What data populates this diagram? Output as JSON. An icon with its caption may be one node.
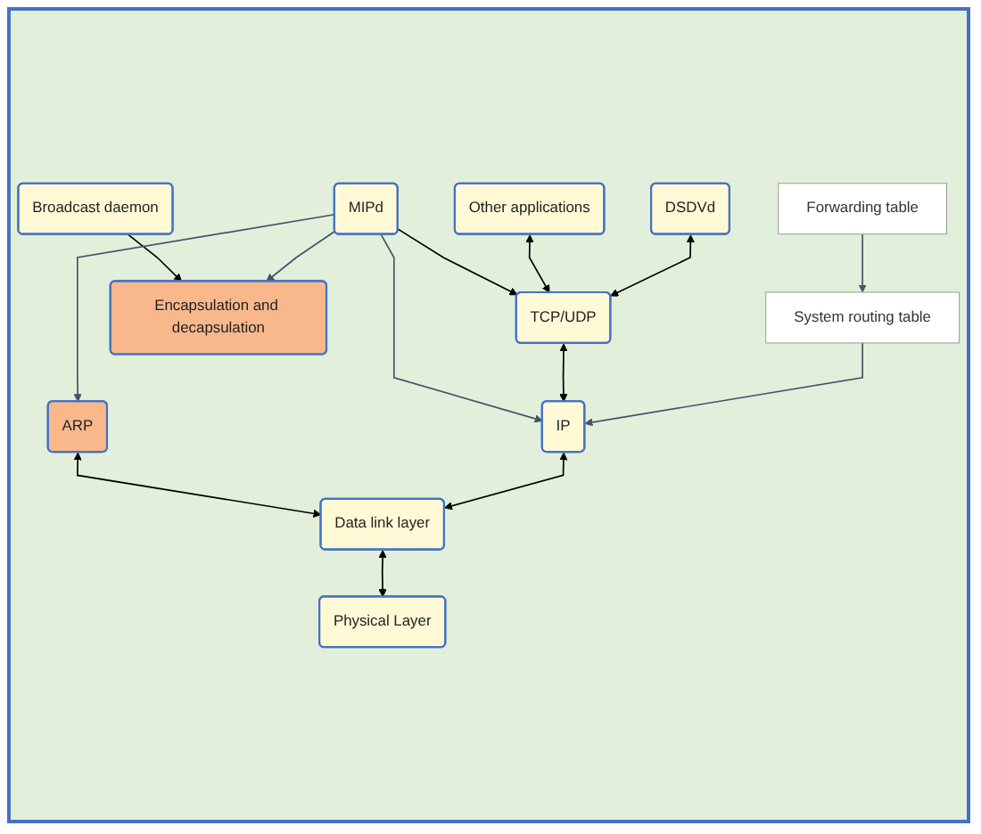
{
  "diagram": {
    "nodes": [
      {
        "text": [
          "Broadcast daemon"
        ]
      },
      {
        "text": [
          "MIPd"
        ]
      },
      {
        "text": [
          "Other applications"
        ]
      },
      {
        "text": [
          "DSDVd"
        ]
      },
      {
        "text": [
          "Forwarding table"
        ]
      },
      {
        "text": [
          "TCP/UDP"
        ]
      },
      {
        "text": [
          "Encapsulation and decapsulation"
        ]
      },
      {
        "text": [
          "ARP"
        ]
      },
      {
        "text": [
          "IP"
        ]
      },
      {
        "text": [
          "System routing table"
        ]
      },
      {
        "text": [
          "Data link layer"
        ]
      },
      {
        "text": [
          "Physical Layer"
        ]
      }
    ],
    "edges": [
      {
        "from": 0,
        "to": 6,
        "arrow": "to"
      },
      {
        "from": 1,
        "to": 7,
        "arrow": "to",
        "color": "#44546a"
      },
      {
        "from": 1,
        "to": 8,
        "arrow": "to",
        "color": "#44546a"
      },
      {
        "from": 1,
        "to": 6,
        "arrow": "to",
        "color": "#44546a"
      },
      {
        "from": 1,
        "to": 5,
        "arrow": "to"
      },
      {
        "from": 2,
        "to": 5,
        "arrow": "both"
      },
      {
        "from": 3,
        "to": 5,
        "arrow": "both"
      },
      {
        "from": 5,
        "to": 8,
        "arrow": "both"
      },
      {
        "from": 4,
        "to": 9,
        "arrow": "to",
        "color": "#44546a"
      },
      {
        "from": 9,
        "to": 8,
        "arrow": "to",
        "color": "#44546a"
      },
      {
        "from": 7,
        "to": 10,
        "arrow": "both"
      },
      {
        "from": 8,
        "to": 10,
        "arrow": "both"
      },
      {
        "from": 10,
        "to": 11,
        "arrow": "both"
      }
    ]
  }
}
